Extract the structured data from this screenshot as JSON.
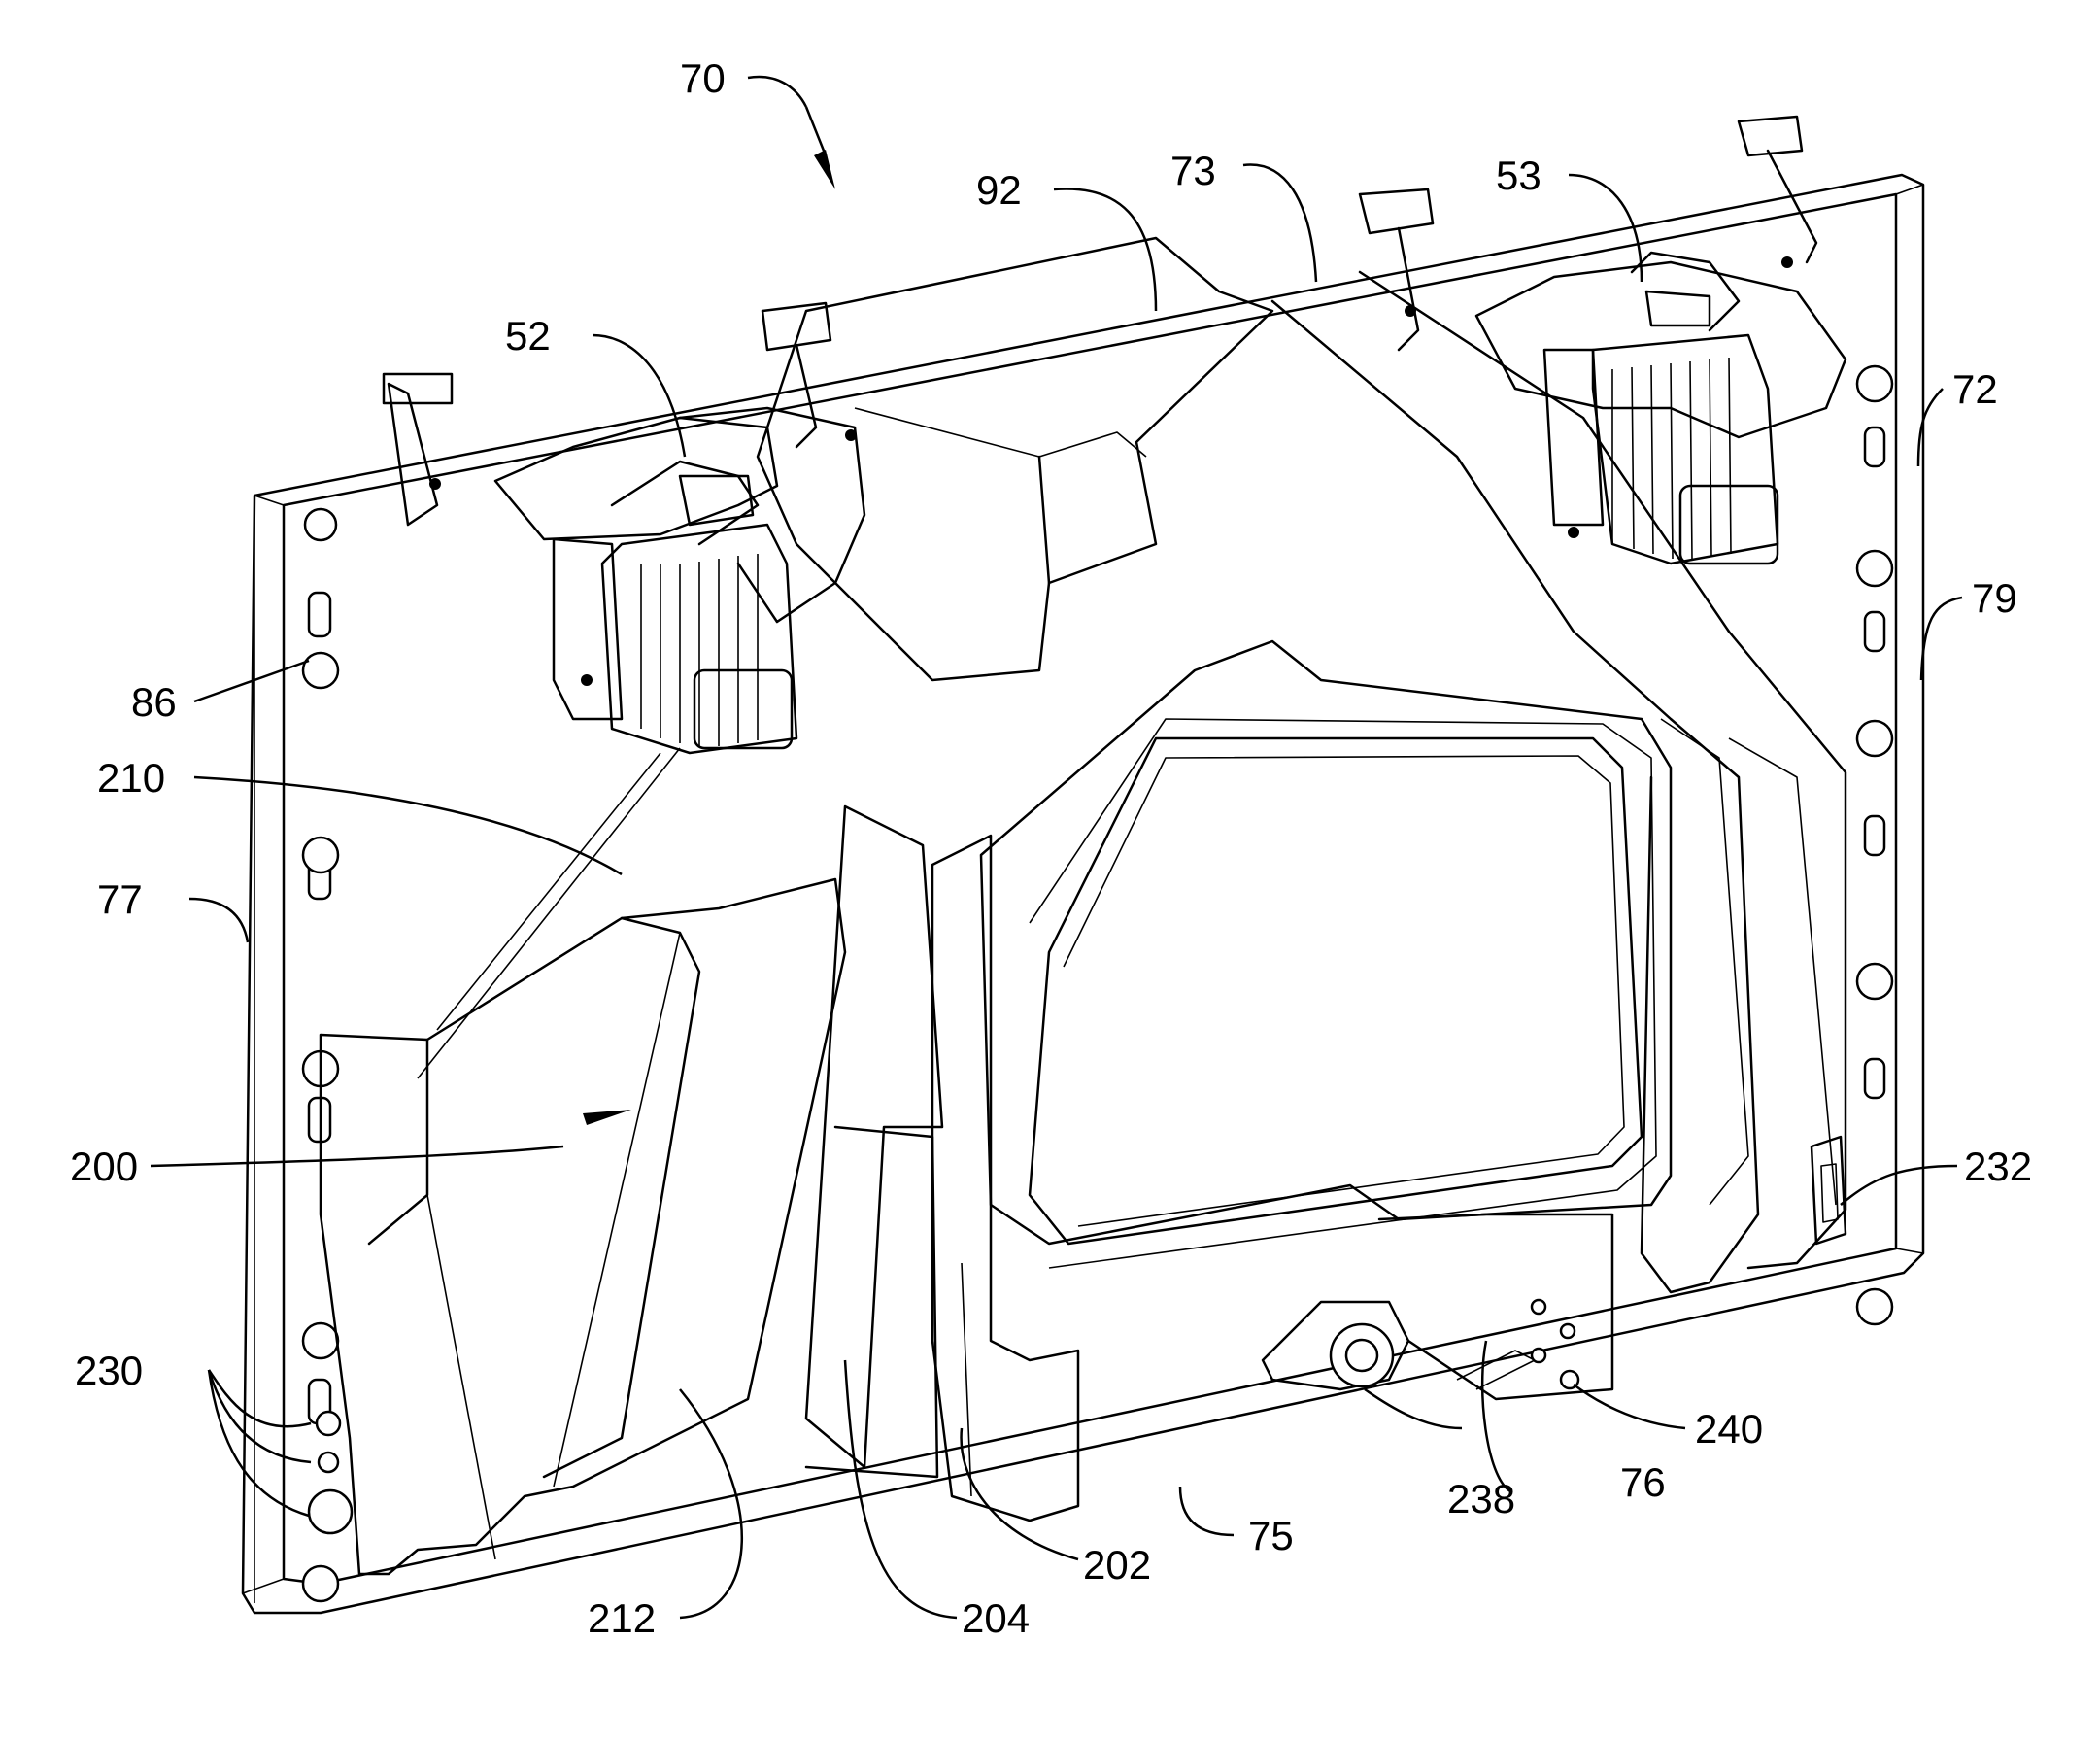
{
  "figure": {
    "reference_labels": [
      "70",
      "92",
      "73",
      "53",
      "52",
      "72",
      "79",
      "86",
      "210",
      "77",
      "200",
      "232",
      "230",
      "240",
      "238",
      "76",
      "75",
      "202",
      "204",
      "212"
    ]
  }
}
